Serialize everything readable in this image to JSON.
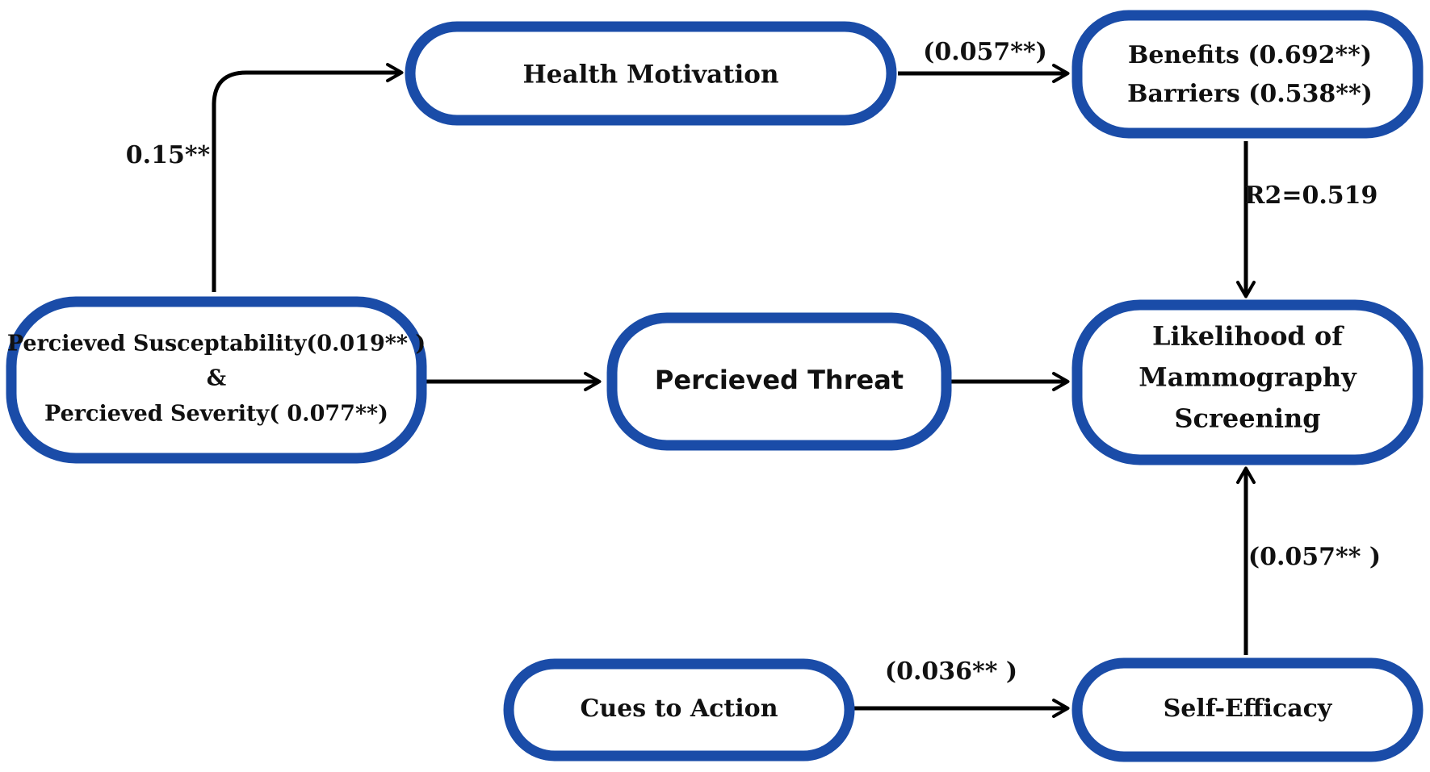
{
  "nodes": {
    "health_motivation": "Health Motivation",
    "benefits": "Benefits (0.692**)",
    "barriers": "Barriers (0.538**)",
    "susceptability": "Percieved Susceptability(0.019** )",
    "ampersand": "&",
    "severity": "Percieved Severity( 0.077**)",
    "threat": "Percieved Threat",
    "likelihood_line1": "Likelihood of",
    "likelihood_line2": "Mammography",
    "likelihood_line3": "Screening",
    "cues": "Cues to Action",
    "self_efficacy": "Self-Efficacy"
  },
  "edges": {
    "susceptibility_to_motivation": "0.15**",
    "motivation_to_benefits": "(0.057**)",
    "benefits_to_likelihood": "R2=0.519",
    "efficacy_to_likelihood": "(0.057** )",
    "cues_to_efficacy": "(0.036** )"
  },
  "colors": {
    "box_border": "#1a4ca8",
    "arrow": "#000000"
  }
}
